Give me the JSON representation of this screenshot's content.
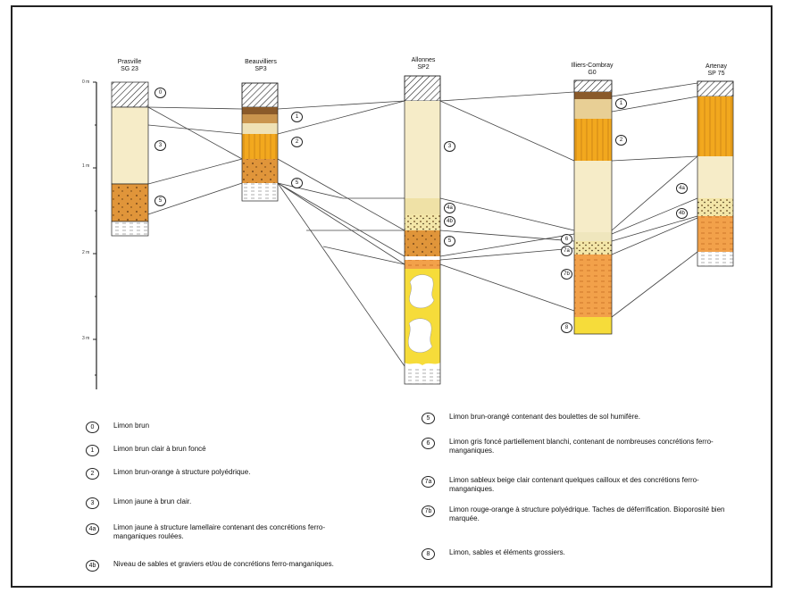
{
  "columns": [
    {
      "name": "Prasville",
      "code": "SG 23"
    },
    {
      "name": "Beauvilliers",
      "code": "SP3"
    },
    {
      "name": "Allonnes",
      "code": "SP2"
    },
    {
      "name": "Illiers-Combray",
      "code": "G0"
    },
    {
      "name": "Artenay",
      "code": "SP 75"
    }
  ],
  "scale_labels": [
    "0 m",
    "1 m",
    "2 m",
    "3 m"
  ],
  "column_badges": {
    "prasville": [
      "0",
      "3",
      "5"
    ],
    "beauvilliers": [
      "1",
      "2",
      "5"
    ],
    "allonnes": [
      "3",
      "4a",
      "4b",
      "5"
    ],
    "illiers": [
      "1",
      "2",
      "6",
      "7a",
      "7b",
      "8"
    ],
    "artenay": [
      "4a",
      "4b"
    ]
  },
  "legend": [
    {
      "code": "0",
      "text": "Limon brun"
    },
    {
      "code": "1",
      "text": "Limon brun clair à brun foncé"
    },
    {
      "code": "2",
      "text": "Limon brun-orange à structure polyédrique."
    },
    {
      "code": "3",
      "text": "Limon jaune à brun clair."
    },
    {
      "code": "4a",
      "text": "Limon jaune à structure lamellaire contenant des concrétions ferro-manganiques roulées."
    },
    {
      "code": "4b",
      "text": "Niveau de sables et graviers et/ou de concrétions ferro-manganiques."
    },
    {
      "code": "5",
      "text": "Limon brun-orangé contenant des boulettes de sol humifère."
    },
    {
      "code": "6",
      "text": "Limon gris foncé partiellement blanchi, contenant de nombreuses concrétions ferro-manganiques."
    },
    {
      "code": "7a",
      "text": "Limon sableux beige clair contenant quelques cailloux et des concrétions ferro-manganiques."
    },
    {
      "code": "7b",
      "text": "Limon rouge-orange à structure polyédrique. Taches de déferrification. Bioporosité bien marquée."
    },
    {
      "code": "8",
      "text": "Limon, sables et éléments grossiers."
    }
  ],
  "colors": {
    "hatch": "#222222",
    "limon_brun_clair": "#f6ecc8",
    "brun_orange": "#e0953a",
    "orange": "#f2a81e",
    "jaune": "#f6dc3a",
    "brun_fonce": "#8a5a2a",
    "beige": "#efe6bd",
    "frame": "#222222"
  }
}
